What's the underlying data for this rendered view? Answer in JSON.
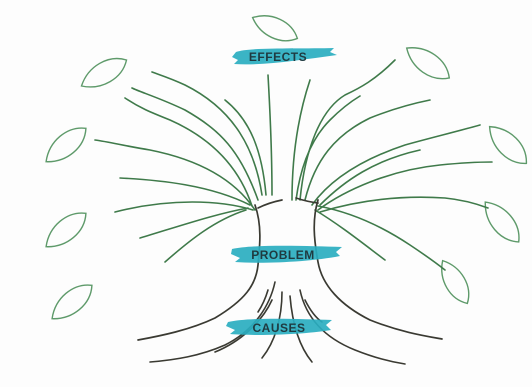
{
  "diagram": {
    "type": "problem-tree",
    "labels": {
      "effects": "EFFECTS",
      "problem": "PROBLEM",
      "causes": "CAUSES"
    },
    "colors": {
      "branch_green": "#3f7a4a",
      "leaf_green": "#5e9a6a",
      "root_dark": "#3a3a32",
      "highlight": "#2aaec0",
      "label_text": "#1f3a40"
    }
  }
}
